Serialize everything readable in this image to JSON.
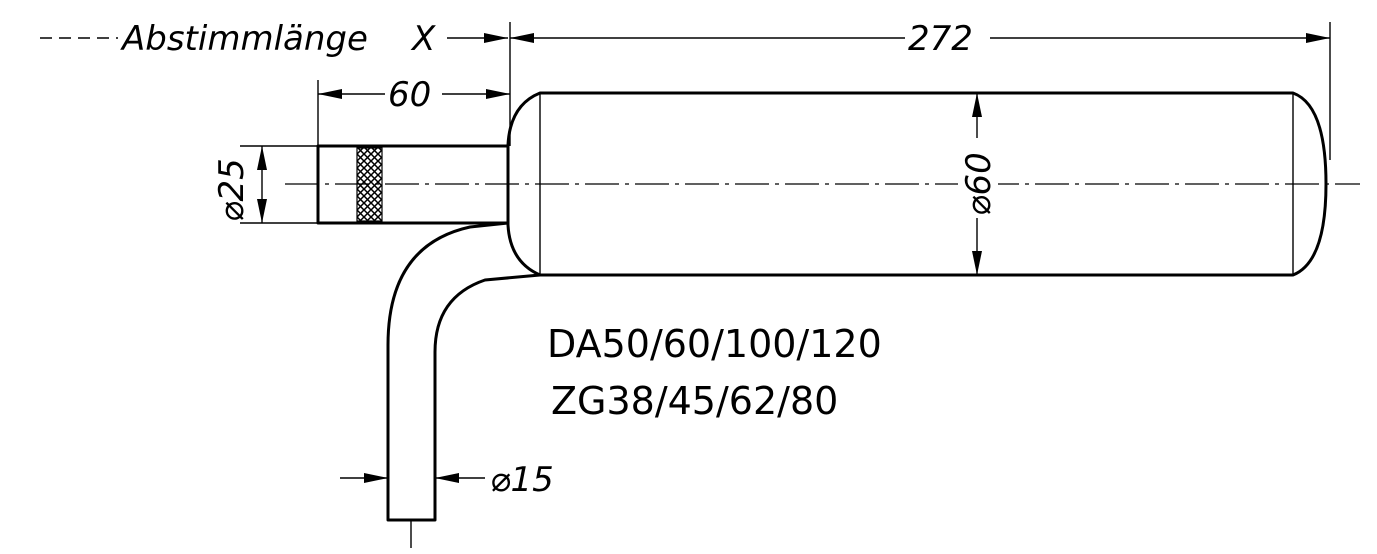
{
  "dimensions": {
    "tuning_length_label": "Abstimmlänge",
    "tuning_length_symbol": "X",
    "body_length": "272",
    "inlet_length": "60",
    "inlet_diameter": "⌀25",
    "body_diameter": "⌀60",
    "outlet_diameter": "⌀15"
  },
  "models": {
    "line1": "DA50/60/100/120",
    "line2": "ZG38/45/62/80"
  }
}
